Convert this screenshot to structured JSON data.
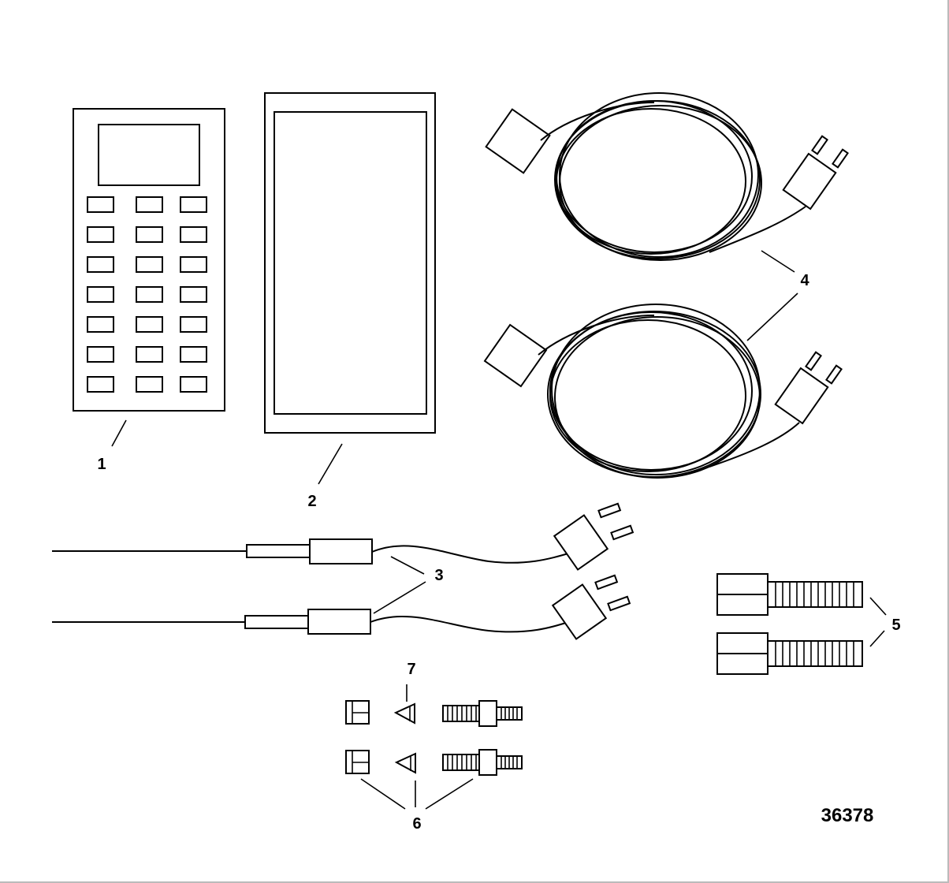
{
  "callouts": {
    "c1": "1",
    "c2": "2",
    "c3": "3",
    "c4": "4",
    "c5": "5",
    "c6": "6",
    "c7": "7"
  },
  "figure_number": "36378",
  "components": [
    "handheld-meter-icon",
    "display-panel-icon",
    "coiled-cable-icon",
    "probe-lead-icon",
    "threaded-fitting-icon",
    "adapter-fitting-icon"
  ]
}
